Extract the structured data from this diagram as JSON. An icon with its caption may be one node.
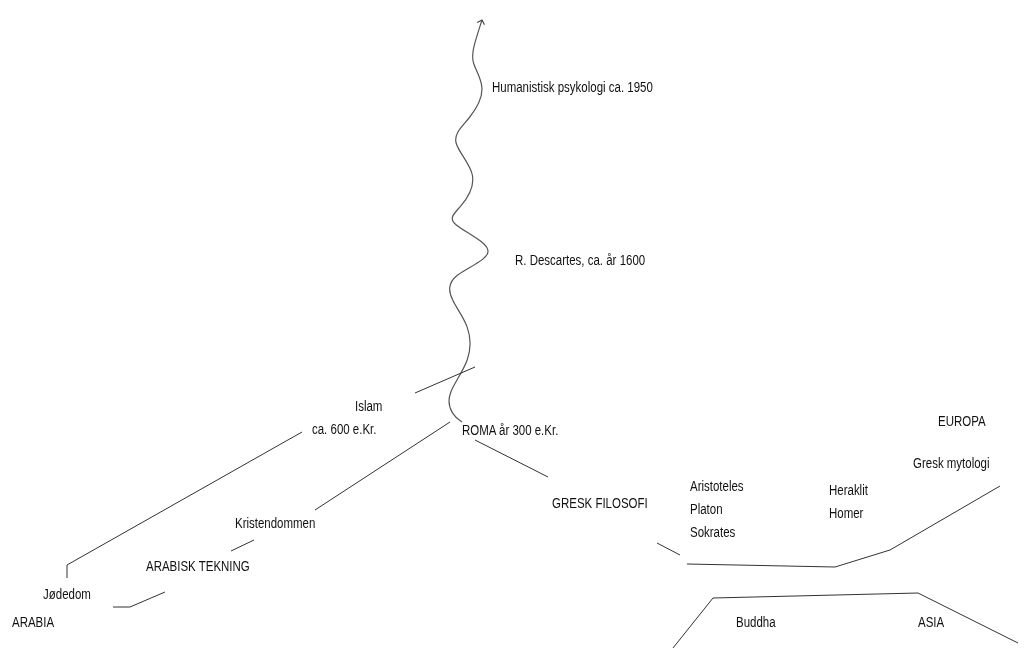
{
  "diagram": {
    "labels": [
      "Humanistisk psykologi ca. 1950",
      "R. Descartes, ca. år 1600",
      "Islam",
      "ca. 600 e.Kr.",
      "ROMA år 300 e.Kr.",
      "EUROPA",
      "Gresk mytologi",
      "Aristoteles",
      "Heraklit",
      "GRESK FILOSOFI",
      "Platon",
      "Homer",
      "Kristendommen",
      "Sokrates",
      "ARABISK TEKNING",
      "Jødedom",
      "ARABIA",
      "Buddha",
      "ASIA"
    ]
  }
}
